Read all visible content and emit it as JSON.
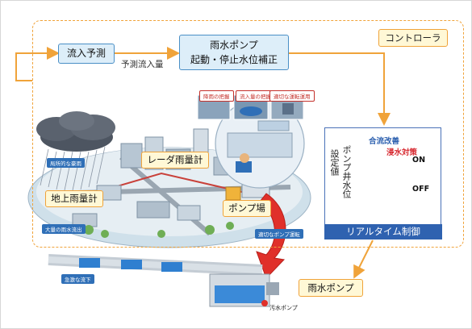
{
  "controller": {
    "label": "コントローラ"
  },
  "flow": {
    "inflow_forecast": "流入予測",
    "predicted_inflow": "予測流入量",
    "pump_control_line1": "雨水ポンプ",
    "pump_control_line2": "起動・停止水位補正"
  },
  "realtime": {
    "title": "リアルタイム制御",
    "combined_sewer": "合流改善",
    "flood_control": "浸水対策",
    "on": "ON",
    "off": "OFF",
    "setpoint": "設定値",
    "pump_well_level": "ポンプ井水位"
  },
  "scene": {
    "radar_gauge": "レーダ雨量計",
    "ground_gauge": "地上雨量計",
    "pump_station": "ポンプ場",
    "rain_pump": "雨水ポンプ",
    "local_heavy_rain": "局所的な豪雨",
    "heavy_inflow": "大量の雨水流出",
    "proper_operation": "適切なポンプ運転",
    "rapid_flow": "急激な流下",
    "sewage_pump": "汚水ポンプ",
    "panel_rainfall": "降雨の把握",
    "panel_inflow": "流入量の把握",
    "panel_operation": "適切な運転運用"
  },
  "colors": {
    "orange": "#f0a33a",
    "blue_box": "#ddeef9",
    "blue_border": "#4a8fc6",
    "rt_blue": "#2f62b0",
    "red_arrow": "#e0302a"
  }
}
